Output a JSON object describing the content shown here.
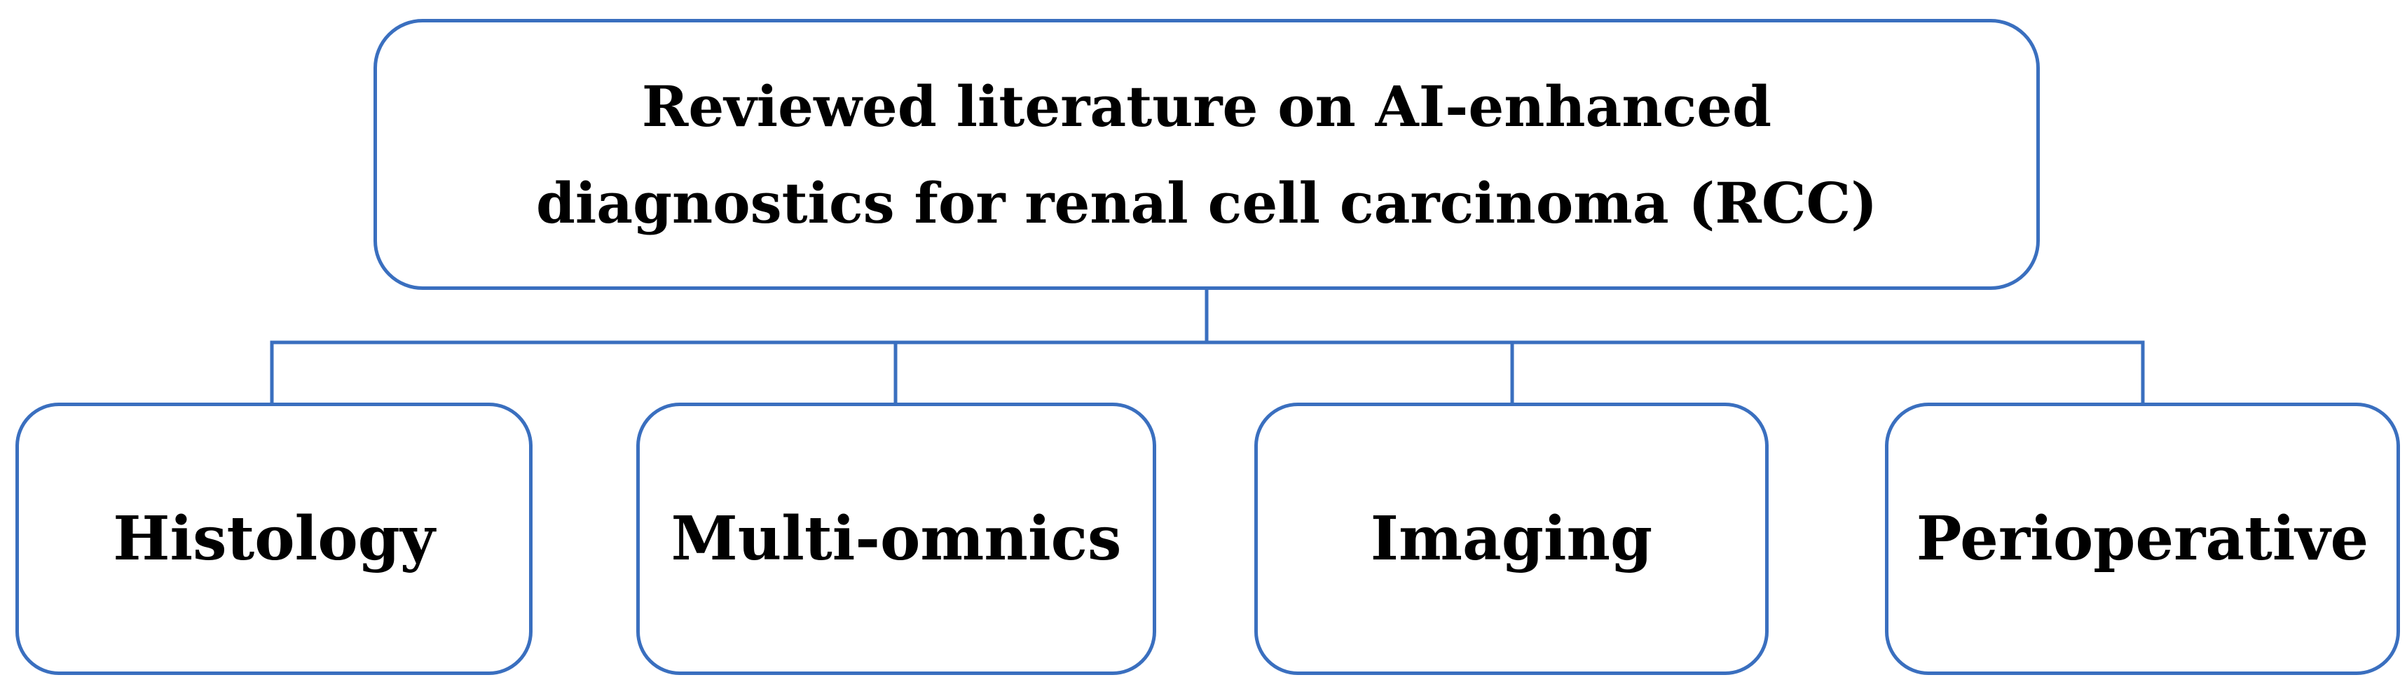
{
  "diagram": {
    "root": {
      "line1": "Reviewed literature on AI-enhanced",
      "line2": "diagnostics for renal cell carcinoma (RCC)"
    },
    "children": [
      {
        "label": "Histology"
      },
      {
        "label": "Multi-omnics"
      },
      {
        "label": "Imaging"
      },
      {
        "label": "Perioperative"
      }
    ],
    "colors": {
      "box_border": "#3a6fbf",
      "connector": "#3a6fbf",
      "text": "#000000",
      "background": "#ffffff"
    }
  }
}
